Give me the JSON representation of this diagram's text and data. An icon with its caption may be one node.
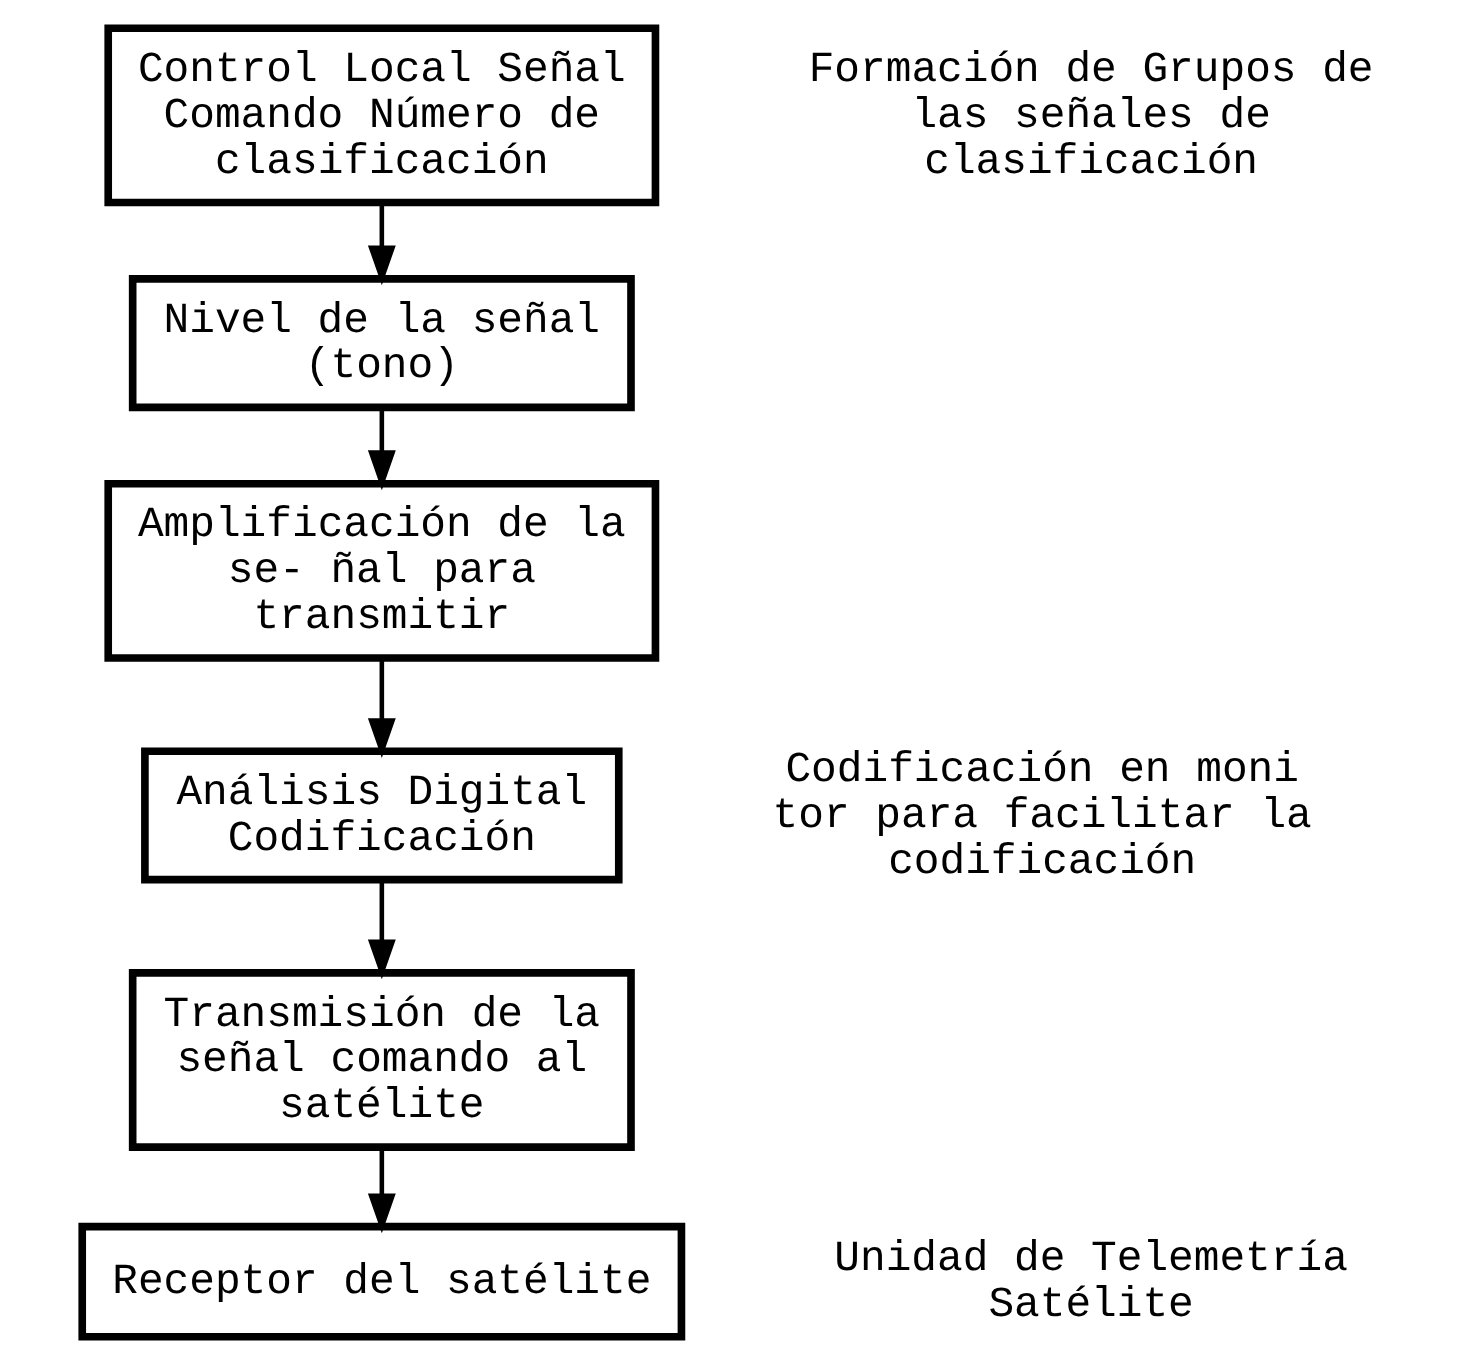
{
  "diagram": {
    "nodes": [
      {
        "text": [
          "Control Local Señal Comando Número de clasificación"
        ],
        "beside": [
          "Formación de Grupos de las señales de clasificación"
        ]
      },
      {
        "text": [
          "Nivel de la señal (tono)"
        ]
      },
      {
        "text": [
          "Amplificación de la se- ñal para transmitir"
        ]
      },
      {
        "text": [
          "Análisis Digital Codificación"
        ],
        "beside": [
          "Codificación en moni tor para facilitar la codificación"
        ]
      },
      {
        "text": [
          "Transmisión de la señal comando al satélite"
        ]
      },
      {
        "text": [
          "Receptor del satélite"
        ],
        "beside": [
          "Unidad de Telemetría Satélite"
        ]
      }
    ],
    "edges": [
      {
        "from": 0,
        "to": 1,
        "arrow": "to"
      },
      {
        "from": 1,
        "to": 2,
        "arrow": "to"
      },
      {
        "from": 2,
        "to": 3,
        "arrow": "to"
      },
      {
        "from": 3,
        "to": 4,
        "arrow": "to"
      },
      {
        "from": 4,
        "to": 5,
        "arrow": "to"
      }
    ]
  }
}
